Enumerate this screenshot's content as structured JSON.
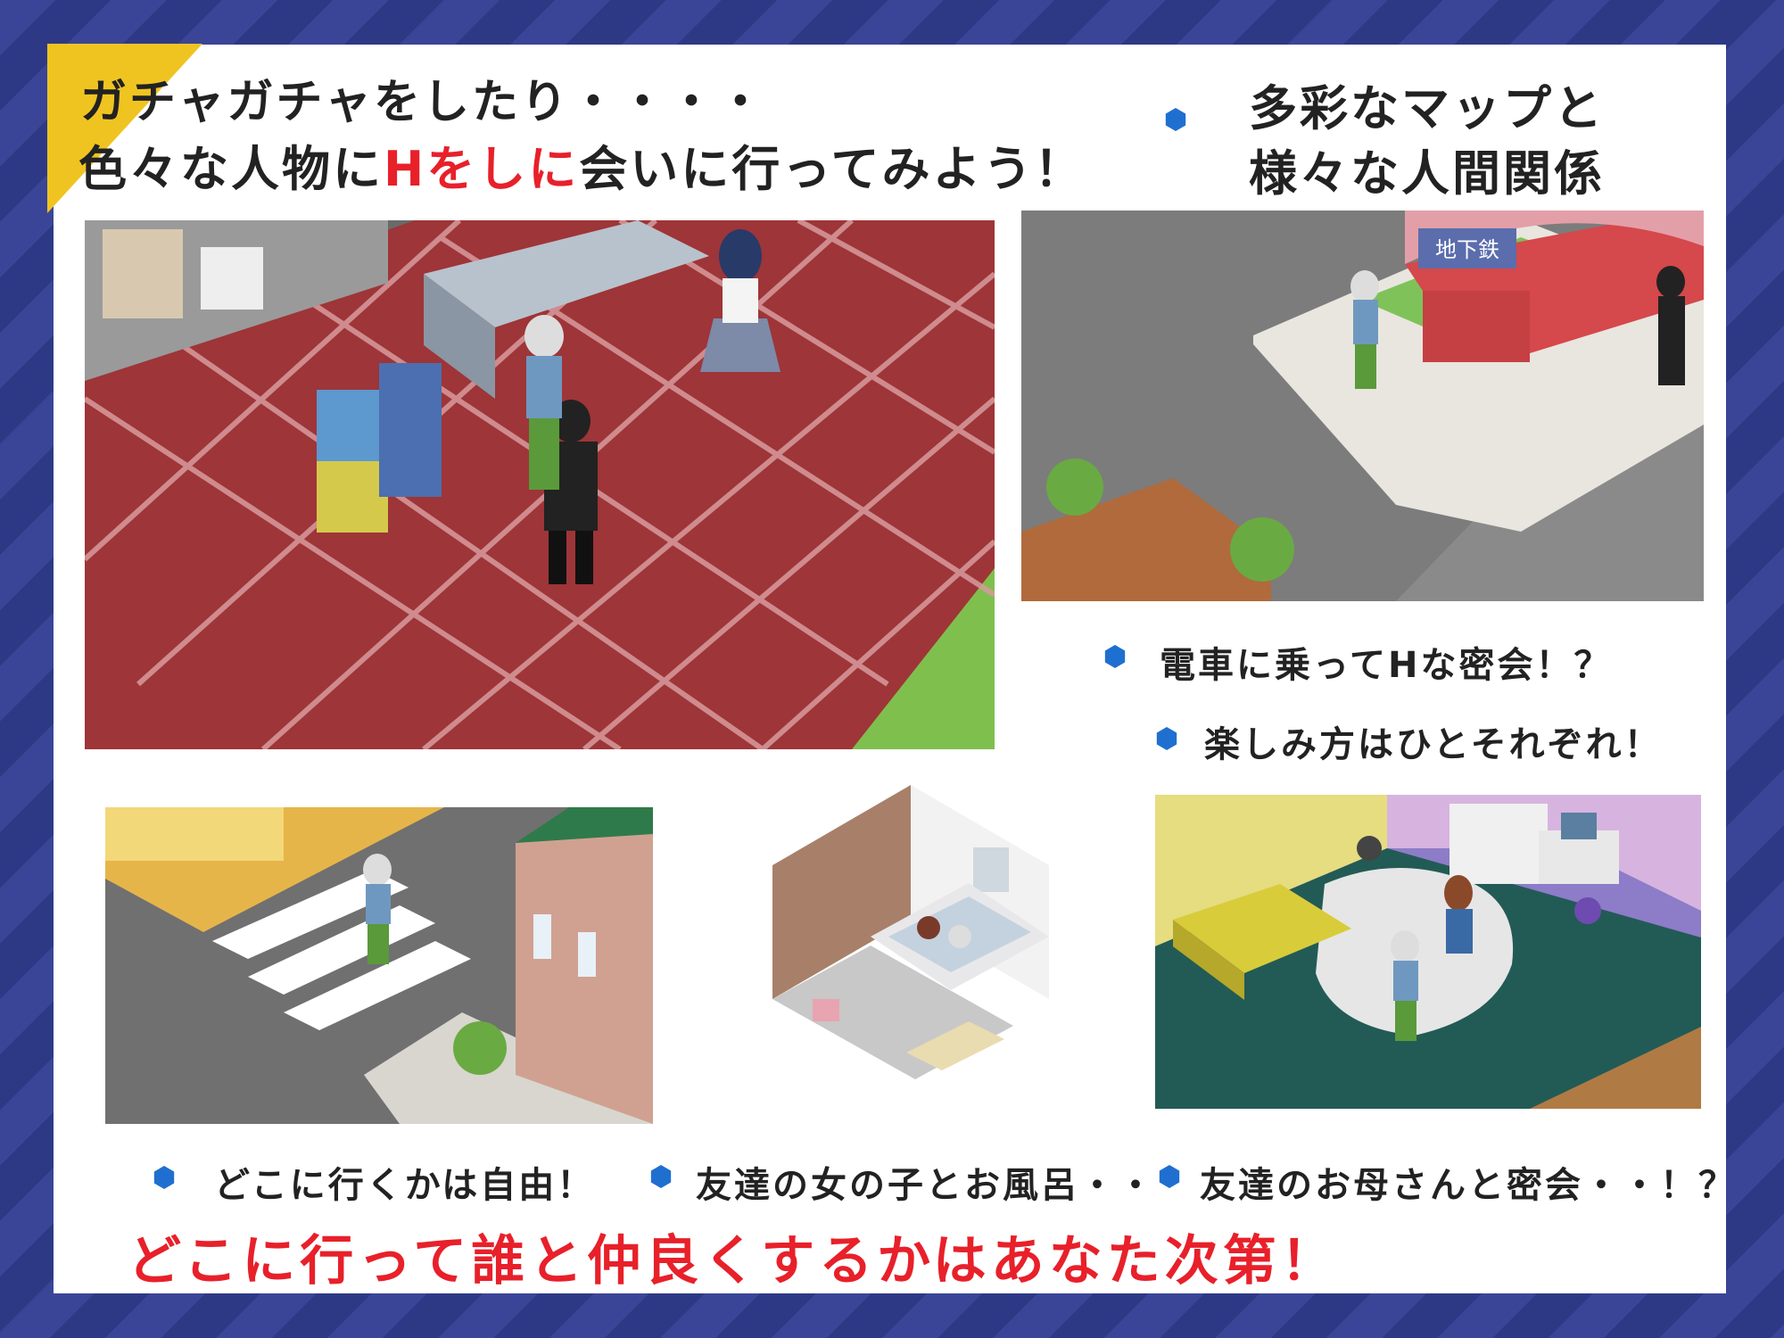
{
  "headline": {
    "line1": "ガチャガチャをしたり・・・・",
    "line2_prefix": "色々な人物に",
    "line2_highlight": "Hをしに",
    "line2_suffix": "会いに行ってみよう！"
  },
  "feature_maps": {
    "line1": "多彩なマップと",
    "line2": "様々な人間関係"
  },
  "bullets": {
    "train": "電車に乗ってHな密会！？",
    "enjoy": "楽しみ方はひとそれぞれ！",
    "free": "どこに行くかは自由！",
    "bath": "友達の女の子とお風呂・・",
    "mother": "友達のお母さんと密会・・！？"
  },
  "footer": "どこに行って誰と仲良くするかはあなた次第！",
  "station_sign": "地下鉄",
  "colors": {
    "background_stripe_a": "#3a4597",
    "background_stripe_b": "#2e3986",
    "corner_accent": "#f0c420",
    "highlight_red": "#e8202a",
    "bullet_blue": "#1f6fd0"
  }
}
